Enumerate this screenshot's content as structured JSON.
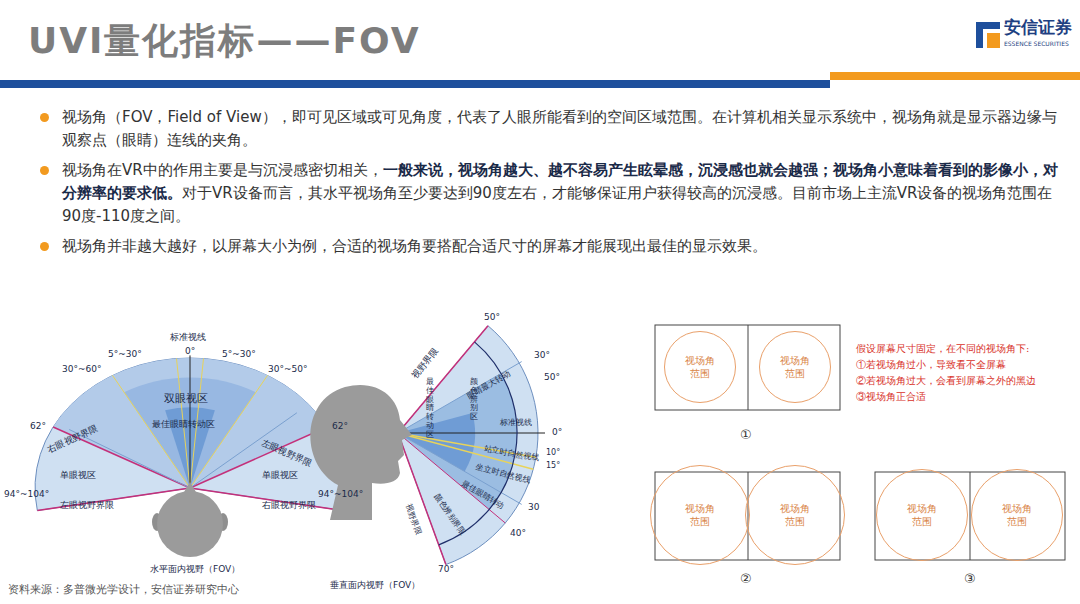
{
  "diagram": {
    "title": "UVI量化指标——FOV",
    "caption": "资料来源：多普微光学设计，安信证券研究中心",
    "nodes": [
      {
        "text": [
          "视场角 范围"
        ]
      },
      {
        "text": [
          "视场角 范围"
        ]
      },
      {
        "text": [
          "视场角 范围"
        ]
      },
      {
        "text": [
          "视场角 范围"
        ]
      },
      {
        "text": [
          "视场角 范围"
        ]
      },
      {
        "text": [
          "视场角 范围"
        ]
      }
    ],
    "labels": [
      "安信证券",
      "ESSENCE SECURITIES",
      "视场角（FOV，Field of View），即可见区域或可见角度，代表了人眼所能看到的空间区域范围。在计算机相关显示系统中，视场角就是显示器边缘与观察点（眼睛）连线的夹角。",
      "视场角在VR中的作用主要是与沉浸感密切相关，",
      "一般来说，视场角越大、越不容易产生眩晕感，沉浸感也就会越强；视场角小意味着看到的影像小，对分辨率的要求低。",
      "对于VR设备而言，其水平视场角至少要达到90度左右，才能够保证用户获得较高的沉浸感。目前市场上主流VR设备的视场角范围在90度-110度之间。",
      "视场角并非越大越好，以屏幕大小为例，合适的视场角要搭配合适尺寸的屏幕才能展现出最佳的显示效果。",
      "标准视线",
      "0°",
      "5°~30°",
      "5°~30°",
      "30°~60°",
      "30°~50°",
      "双眼视区",
      "最佳眼睛转动区",
      "62°",
      "62°",
      "右眼视野界限",
      "左眼视野界限",
      "单眼视区",
      "单眼视区",
      "94°~104°",
      "94°~104°",
      "左眼视野界限",
      "右眼视野界限",
      "水平面内视野（FOV）",
      "50°",
      "视野界限",
      "30°",
      "眼睛最大转动",
      "50°",
      "标准视线",
      "0°",
      "最佳眼睛转动区",
      "颜色辨别区",
      "站立时自然视线",
      "10°",
      "15°",
      "坐立时自然视线",
      "最佳眼睛转动",
      "30",
      "颜色辨别界限",
      "40°",
      "视野界限",
      "70°",
      "垂直面内视野（FOV）",
      "①",
      "②",
      "③",
      "假设屏幕尺寸固定，在不同的视场角下:",
      "①若视场角过小，导致看不全屏幕",
      "②若视场角过大，会看到屏幕之外的黑边",
      "③视场角正合适"
    ]
  }
}
